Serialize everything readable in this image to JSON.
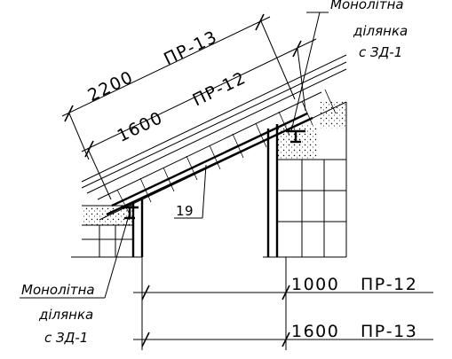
{
  "drawing": {
    "dimensions": {
      "top_outer_value": "2200",
      "top_outer_mark": "ПР-13",
      "top_inner_value": "1600",
      "top_inner_mark": "ПР-12",
      "bottom_upper_value": "1000",
      "bottom_upper_mark": "ПР-12",
      "bottom_lower_value": "1600",
      "bottom_lower_mark": "ПР-13"
    },
    "callouts": {
      "top_right": [
        "Монолітна",
        "ділянка",
        "с ЗД-1"
      ],
      "bottom_left": [
        "Монолітна",
        "ділянка",
        "с ЗД-1"
      ],
      "position_number": "19"
    }
  }
}
